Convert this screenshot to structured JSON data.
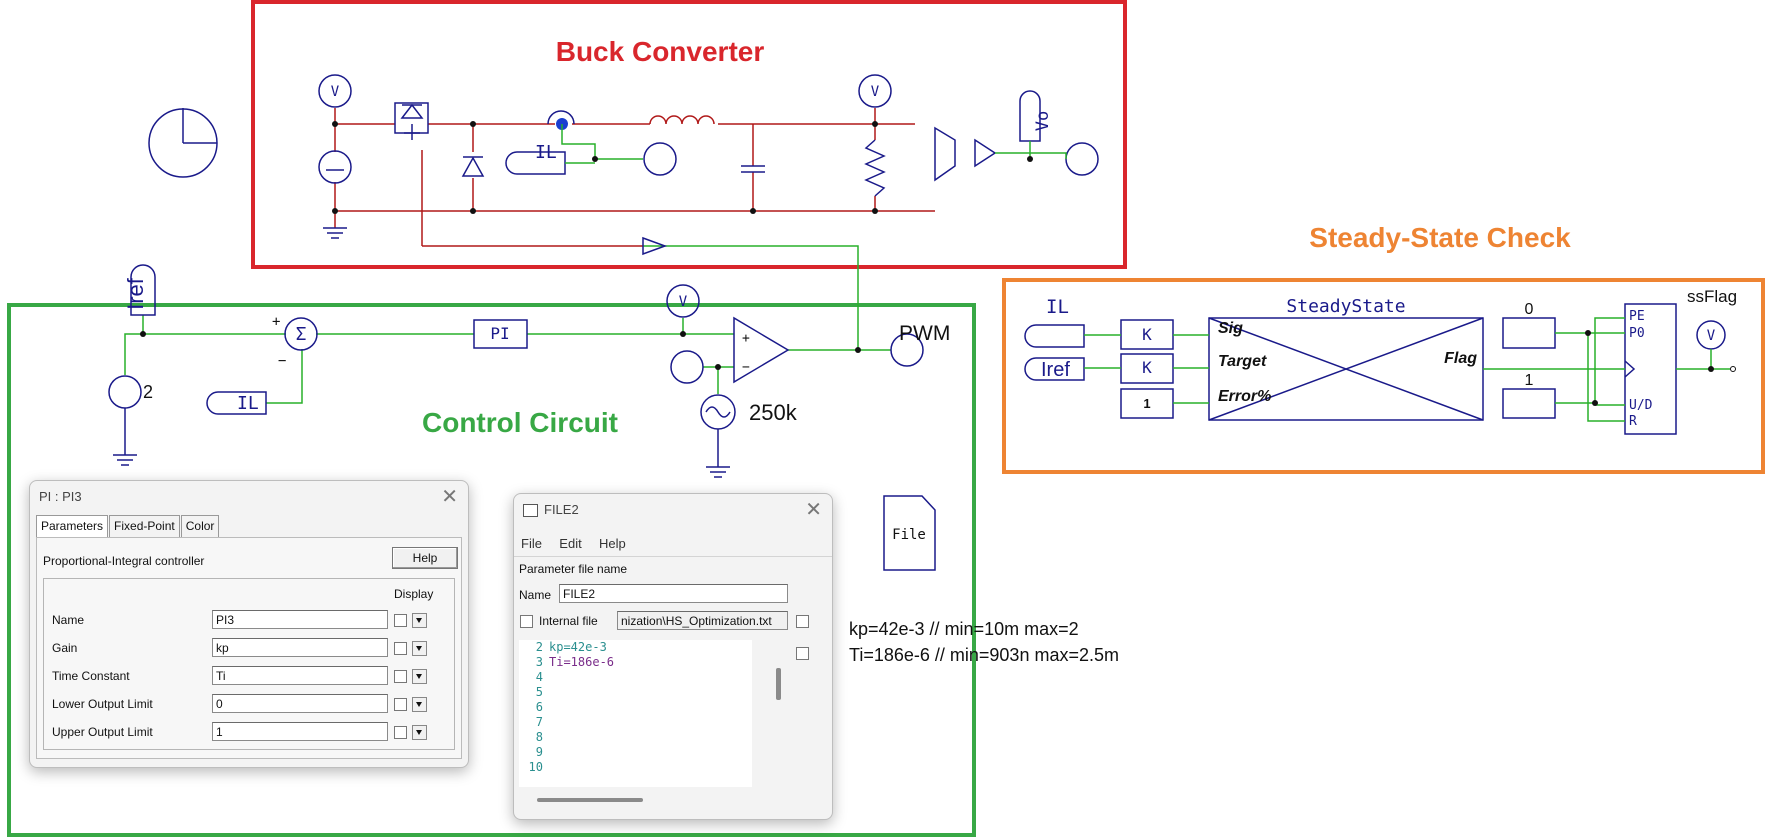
{
  "schematic": {
    "sections": {
      "buck_converter": "Buck Converter",
      "control_circuit": "Control Circuit",
      "steady_state_check": "Steady-State Check"
    },
    "colors": {
      "buck": "#d9262c",
      "control": "#38a845",
      "steady": "#ee8433",
      "wire_red": "#b01818",
      "wire_green": "#28b02a",
      "component": "#1a1a8a"
    },
    "labels": {
      "voltmeter": "V",
      "il": "IL",
      "vo": "Vo",
      "iref": "Iref",
      "iref_block": "Iref",
      "source_value": "2",
      "sum": "Σ",
      "plus": "+",
      "minus": "−",
      "pi_block": "PI",
      "pwm": "PWM",
      "carrier_freq": "250k",
      "file_block": "File",
      "ss_block": "SteadyState",
      "ss_sig": "Sig",
      "ss_target": "Target",
      "ss_error": "Error%",
      "ss_flag": "Flag",
      "k": "K",
      "const_one": "1",
      "const_zero": "0",
      "const_1": "1",
      "ff_pe": "PE",
      "ff_p0": "P0",
      "ff_ud": "U/D",
      "ff_r": "R",
      "ssflag": "ssFlag"
    },
    "notes": [
      "kp=42e-3   // min=10m max=2",
      "Ti=186e-6  // min=903n max=2.5m"
    ]
  },
  "pi_dialog": {
    "title": "PI : PI3",
    "tabs": [
      "Parameters",
      "Fixed-Point",
      "Color"
    ],
    "description": "Proportional-Integral controller",
    "help": "Help",
    "display_header": "Display",
    "params": [
      {
        "label": "Name",
        "value": "PI3"
      },
      {
        "label": "Gain",
        "value": "kp"
      },
      {
        "label": "Time Constant",
        "value": "Ti"
      },
      {
        "label": "Lower Output Limit",
        "value": "0"
      },
      {
        "label": "Upper Output Limit",
        "value": "1"
      }
    ]
  },
  "file_dialog": {
    "title": "FILE2",
    "menu": [
      "File",
      "Edit",
      "Help"
    ],
    "param_file_label": "Parameter file name",
    "name_label": "Name",
    "name_value": "FILE2",
    "internal_file_label": "Internal file",
    "path_value": "nization\\HS_Optimization.txt",
    "lines": [
      {
        "n": "2",
        "text": "kp=42e-3"
      },
      {
        "n": "3",
        "text": "Ti=186e-6"
      },
      {
        "n": "4",
        "text": ""
      },
      {
        "n": "5",
        "text": ""
      },
      {
        "n": "6",
        "text": ""
      },
      {
        "n": "7",
        "text": ""
      },
      {
        "n": "8",
        "text": ""
      },
      {
        "n": "9",
        "text": ""
      },
      {
        "n": "10",
        "text": ""
      }
    ]
  }
}
